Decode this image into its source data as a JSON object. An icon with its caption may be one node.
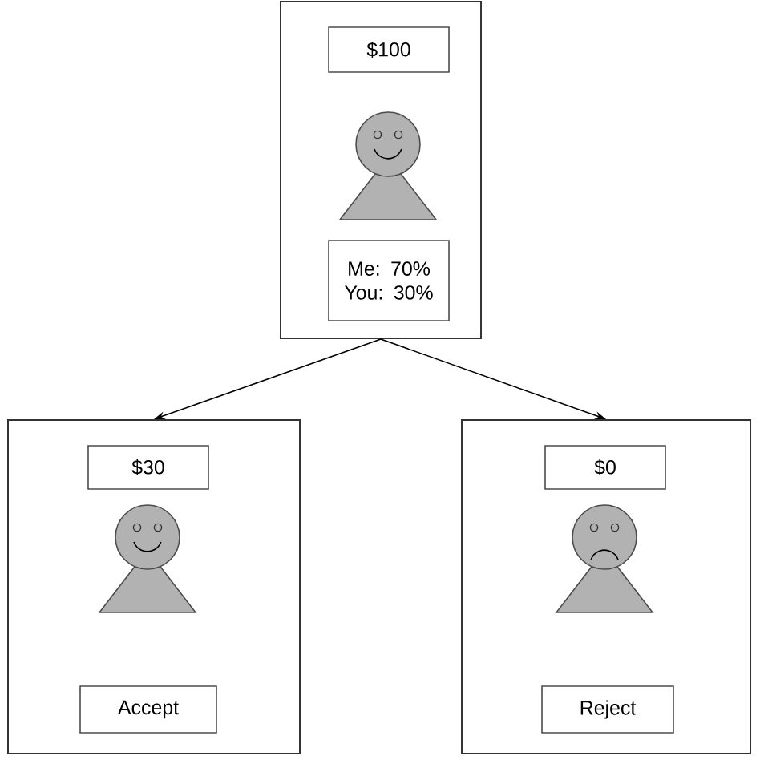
{
  "diagram": {
    "nodes": [
      {
        "text": [],
        "shape": "box"
      },
      {
        "text": [
          "$100"
        ],
        "in": 0
      },
      {
        "text": [
          "Me: 70% You: 30%"
        ],
        "in": 0
      },
      {
        "text": [],
        "shape": "box"
      },
      {
        "text": [
          "$30"
        ],
        "in": 3
      },
      {
        "text": [
          "Accept"
        ],
        "in": 3
      },
      {
        "text": [],
        "shape": "box"
      },
      {
        "text": [
          "$0"
        ],
        "in": 6
      },
      {
        "text": [
          "Reject"
        ],
        "in": 6
      }
    ],
    "edges": [
      {
        "from": 0,
        "to": 3,
        "arrow": "to"
      },
      {
        "from": 0,
        "to": 6,
        "arrow": "to"
      }
    ]
  }
}
